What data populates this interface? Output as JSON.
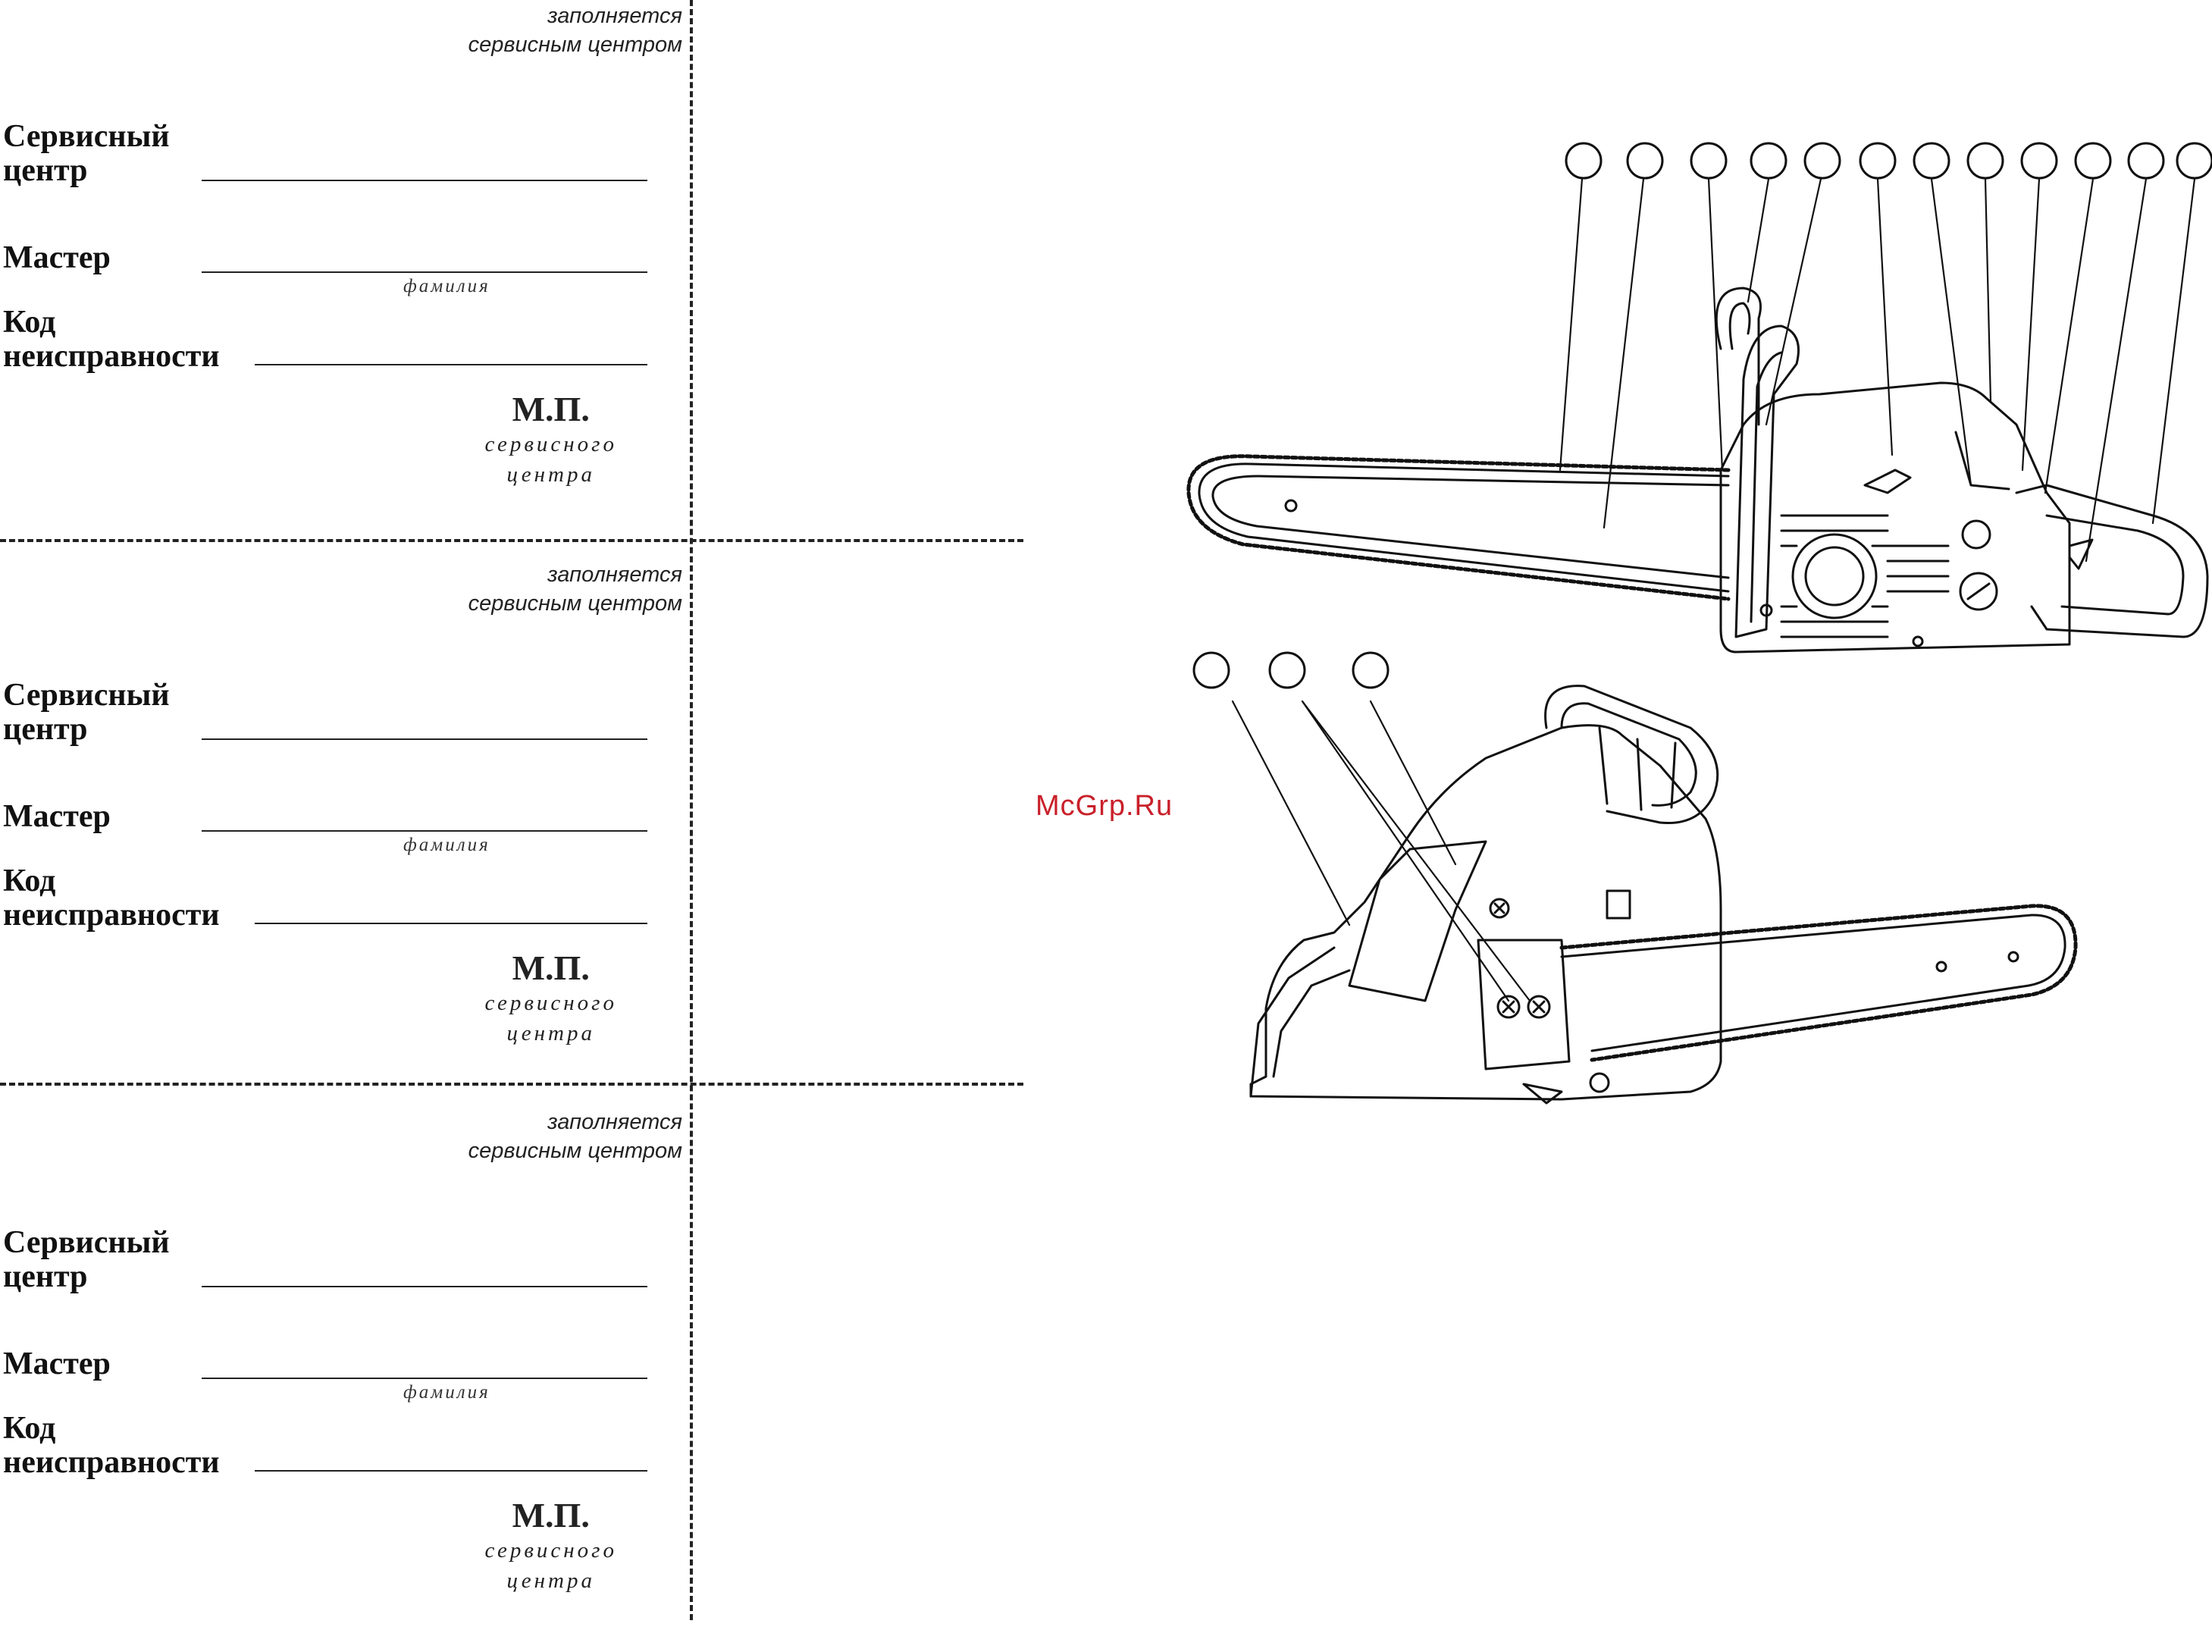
{
  "coupons": [
    {
      "filled_by_line1": "заполняется",
      "filled_by_line2": "сервисным центром",
      "service_center_line1": "Сервисный",
      "service_center_line2": "центр",
      "master_label": "Мастер",
      "surname_hint": "фамилия",
      "fault_code_line1": "Код",
      "fault_code_line2": "неисправности",
      "stamp_label": "М.П.",
      "stamp_sub_line1": "сервисного",
      "stamp_sub_line2": "центра"
    },
    {
      "filled_by_line1": "заполняется",
      "filled_by_line2": "сервисным центром",
      "service_center_line1": "Сервисный",
      "service_center_line2": "центр",
      "master_label": "Мастер",
      "surname_hint": "фамилия",
      "fault_code_line1": "Код",
      "fault_code_line2": "неисправности",
      "stamp_label": "М.П.",
      "stamp_sub_line1": "сервисного",
      "stamp_sub_line2": "центра"
    },
    {
      "filled_by_line1": "заполняется",
      "filled_by_line2": "сервисным центром",
      "service_center_line1": "Сервисный",
      "service_center_line2": "центр",
      "master_label": "Мастер",
      "surname_hint": "фамилия",
      "fault_code_line1": "Код",
      "fault_code_line2": "неисправности",
      "stamp_label": "М.П.",
      "stamp_sub_line1": "сервисного",
      "stamp_sub_line2": "центра"
    }
  ],
  "watermark": "McGrp.Ru",
  "diagram": {
    "top_view_callouts": 12,
    "bottom_view_callouts": 3,
    "icon": "chainsaw-illustration"
  }
}
